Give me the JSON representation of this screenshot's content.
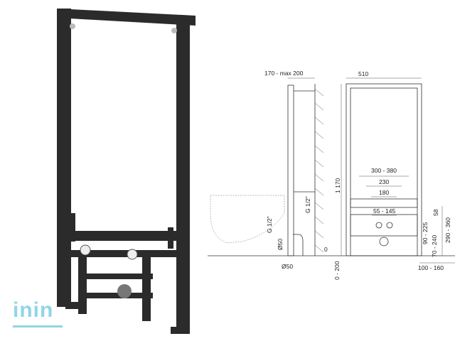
{
  "logo": {
    "name": "inin"
  },
  "drawing": {
    "side_depth": "170 - max 200",
    "frame_width": "510",
    "frame_height": "1 170",
    "range_300_380": "300 - 380",
    "dist_230": "230",
    "dist_180": "180",
    "dist_55_145": "55 - 145",
    "thread_1": "G 1/2\"",
    "thread_2": "G 1/2\"",
    "pipe_1": "Ø50",
    "pipe_2": "Ø50",
    "zero_level": "0",
    "floor_range": "0 - 200",
    "drain_range": "100 - 160",
    "dim_58": "58",
    "dim_90_225": "90 - 225",
    "dim_70_240": "70 - 240",
    "dim_290_360": "290 - 360"
  }
}
